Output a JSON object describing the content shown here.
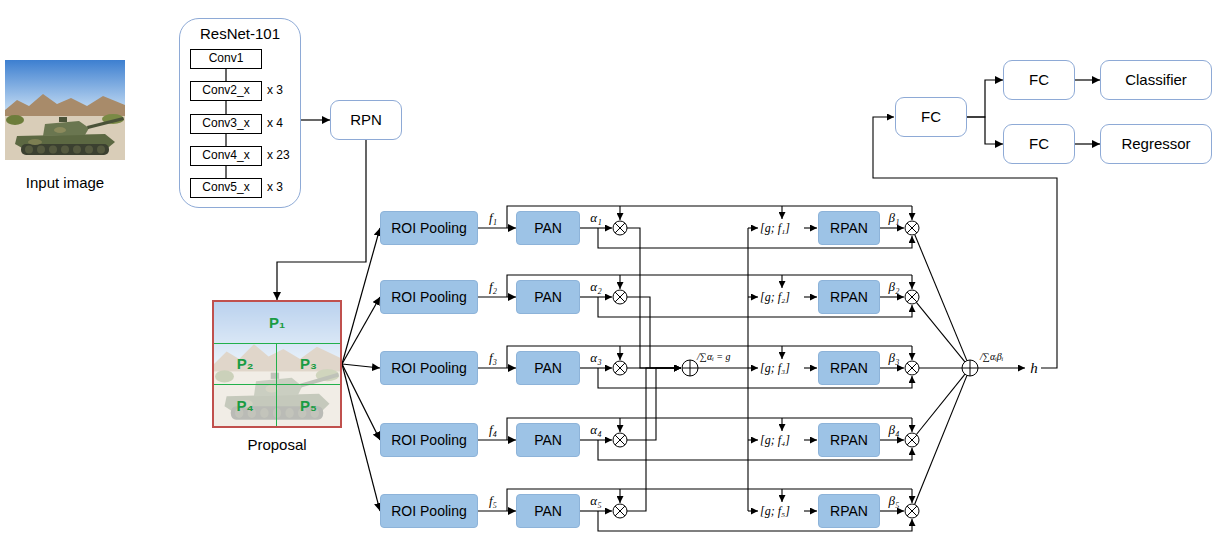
{
  "diagram": {
    "nodes": [
      {
        "text": [
          "ResNet-101"
        ]
      },
      {
        "text": [
          "Conv1"
        ],
        "in": 0
      },
      {
        "text": [
          "Conv2_x"
        ],
        "in": 0
      },
      {
        "text": [
          "Conv3_x"
        ],
        "in": 0
      },
      {
        "text": [
          "Conv4_x"
        ],
        "in": 0
      },
      {
        "text": [
          "Conv5_x"
        ],
        "in": 0
      },
      {
        "text": [
          "RPN"
        ]
      },
      {
        "text": [
          "FC"
        ]
      },
      {
        "text": [
          "FC"
        ]
      },
      {
        "text": [
          "Classifier"
        ]
      },
      {
        "text": [
          "FC"
        ]
      },
      {
        "text": [
          "Regressor"
        ]
      },
      {
        "text": [
          "Proposal"
        ]
      },
      {
        "text": [
          "P₁"
        ],
        "in": 12
      },
      {
        "text": [
          "P₂"
        ],
        "in": 12
      },
      {
        "text": [
          "P₃"
        ],
        "in": 12
      },
      {
        "text": [
          "P₄"
        ],
        "in": 12
      },
      {
        "text": [
          "P₅"
        ],
        "in": 12
      },
      {
        "text": [
          "ROI Pooling"
        ]
      },
      {
        "text": [
          "PAN"
        ]
      },
      {
        "text": [
          "RPAN"
        ]
      },
      {
        "text": [
          "ROI Pooling"
        ]
      },
      {
        "text": [
          "PAN"
        ]
      },
      {
        "text": [
          "RPAN"
        ]
      },
      {
        "text": [
          "ROI Pooling"
        ]
      },
      {
        "text": [
          "PAN"
        ]
      },
      {
        "text": [
          "RPAN"
        ]
      },
      {
        "text": [
          "ROI Pooling"
        ]
      },
      {
        "text": [
          "PAN"
        ]
      },
      {
        "text": [
          "RPAN"
        ]
      },
      {
        "text": [
          "ROI Pooling"
        ]
      },
      {
        "text": [
          "PAN"
        ]
      },
      {
        "text": [
          "RPAN"
        ]
      }
    ],
    "edges": [
      {
        "from": 0,
        "to": 6,
        "arrow": "to"
      },
      {
        "from": 1,
        "to": 2,
        "arrow": "none"
      },
      {
        "from": 2,
        "to": 3,
        "arrow": "none"
      },
      {
        "from": 3,
        "to": 4,
        "arrow": "none"
      },
      {
        "from": 4,
        "to": 5,
        "arrow": "none"
      },
      {
        "from": 6,
        "to": 12,
        "arrow": "to"
      },
      {
        "from": 7,
        "to": 8,
        "arrow": "to"
      },
      {
        "from": 7,
        "to": 10,
        "arrow": "to"
      },
      {
        "from": 8,
        "to": 9,
        "arrow": "to"
      },
      {
        "from": 10,
        "to": 11,
        "arrow": "to"
      },
      {
        "from": 12,
        "to": 18,
        "arrow": "to"
      },
      {
        "from": 12,
        "to": 21,
        "arrow": "to"
      },
      {
        "from": 12,
        "to": 24,
        "arrow": "to"
      },
      {
        "from": 12,
        "to": 27,
        "arrow": "to"
      },
      {
        "from": 12,
        "to": 30,
        "arrow": "to"
      },
      {
        "from": 18,
        "to": 19,
        "label": "f₁",
        "arrow": "to"
      },
      {
        "from": 21,
        "to": 22,
        "label": "f₂",
        "arrow": "to"
      },
      {
        "from": 24,
        "to": 25,
        "label": "f₃",
        "arrow": "to"
      },
      {
        "from": 27,
        "to": 28,
        "label": "f₄",
        "arrow": "to"
      },
      {
        "from": 30,
        "to": 31,
        "label": "f₅",
        "arrow": "to"
      }
    ],
    "labels": [
      "Input image",
      "x 3",
      "x 4",
      "x 23",
      "x 3",
      "α₁",
      "α₂",
      "α₃",
      "α₄",
      "α₅",
      "/∑αᵢ = g",
      "[g; f₁]",
      "[g; f₂]",
      "[g; f₃]",
      "[g; f₄]",
      "[g; f₅]",
      "β₁",
      "β₂",
      "β₃",
      "β₄",
      "β₅",
      "/∑αᵢβᵢ",
      "h"
    ]
  }
}
